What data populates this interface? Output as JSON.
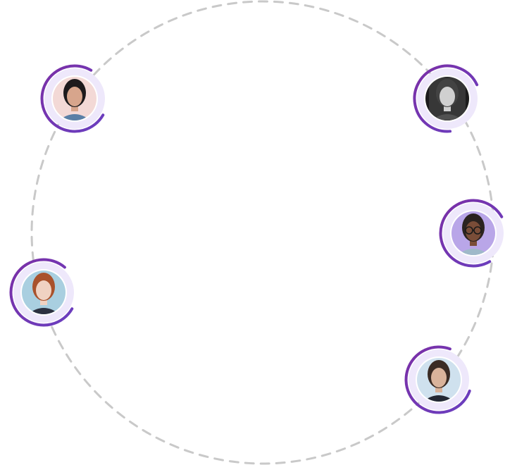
{
  "colors": {
    "orbit_stroke": "#c9c9c9",
    "halo_fill": "#eee8fb",
    "ring_gradient_start": "#7b2fa6",
    "ring_gradient_end": "#6a3fc0",
    "photo_border": "#ffffff"
  },
  "avatars": [
    {
      "id": "top-left",
      "icon": "woman-dark-hair-portrait",
      "bg": "#f3d9d6",
      "hair": "#1d1a1c",
      "skin": "#d7a58c",
      "clothes": "#5a7fa6"
    },
    {
      "id": "top-right",
      "icon": "woman-black-white-portrait",
      "bg": "#1c1c1c",
      "hair": "#2a2a2a",
      "skin": "#cfcfcf",
      "clothes": "#3a3a3a"
    },
    {
      "id": "middle-right",
      "icon": "man-glasses-portrait",
      "bg": "#b9a6e8",
      "hair": "#2b2320",
      "skin": "#7a4d38",
      "clothes": "#9fb9c9"
    },
    {
      "id": "middle-left",
      "icon": "woman-red-hair-portrait",
      "bg": "#a9cfe0",
      "hair": "#a9522c",
      "skin": "#f0d2c2",
      "clothes": "#2c3140"
    },
    {
      "id": "bottom-right",
      "icon": "man-quiff-portrait",
      "bg": "#cfe1ee",
      "hair": "#3a2b24",
      "skin": "#d9b39b",
      "clothes": "#222733"
    }
  ]
}
